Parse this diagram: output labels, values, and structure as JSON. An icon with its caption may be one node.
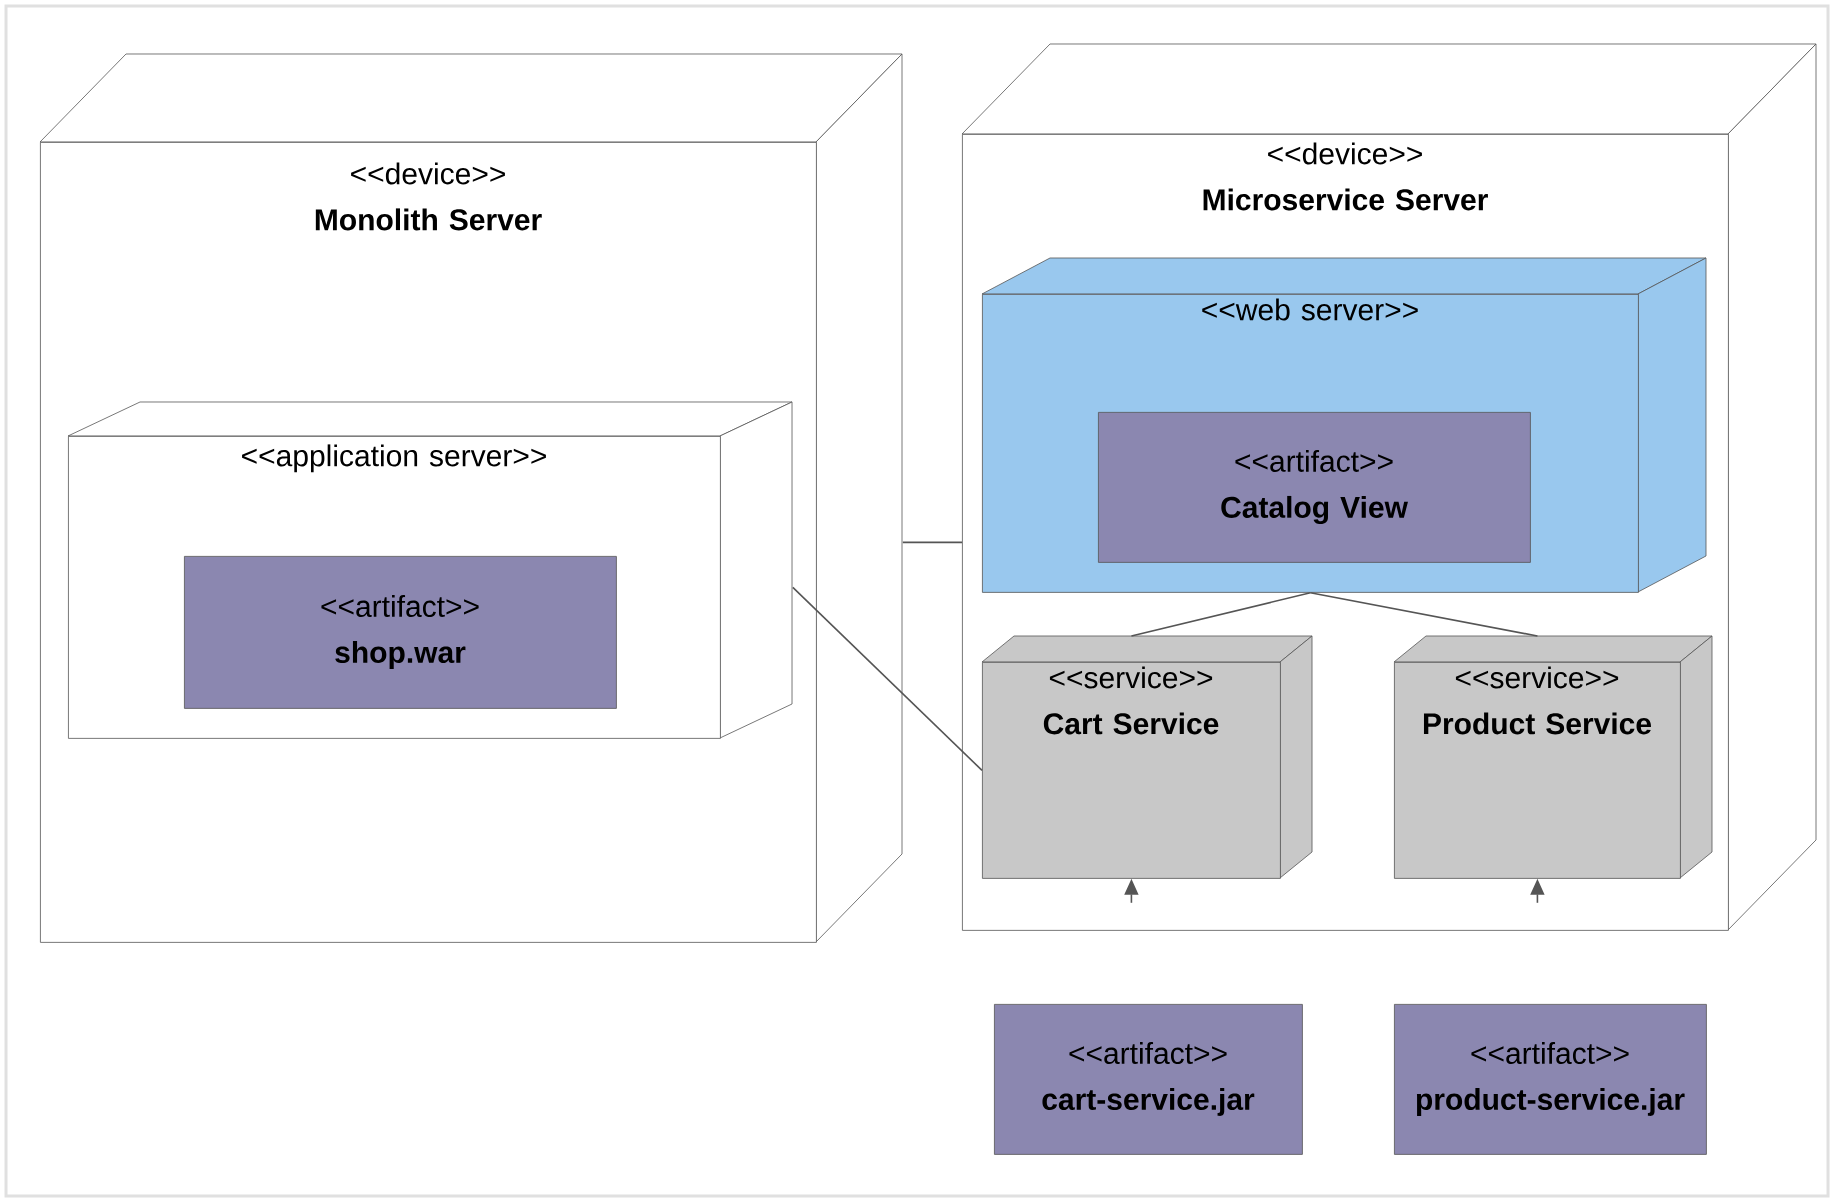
{
  "diagram": {
    "nodes": [
      {
        "text": [
          "<<device>>",
          "Monolith Server"
        ]
      },
      {
        "text": [
          "<<application server>>"
        ],
        "in": 0
      },
      {
        "text": [
          "<<artifact>>",
          "shop.war"
        ],
        "in": 1
      },
      {
        "text": [
          "<<device>>",
          "Microservice Server"
        ]
      },
      {
        "text": [
          "<<web server>>"
        ],
        "in": 3
      },
      {
        "text": [
          "<<artifact>>",
          "Catalog View"
        ],
        "in": 4
      },
      {
        "text": [
          "<<service>>",
          "Cart Service"
        ],
        "in": 3
      },
      {
        "text": [
          "<<service>>",
          "Product Service"
        ],
        "in": 3
      },
      {
        "text": [
          "<<artifact>>",
          "cart-service.jar"
        ]
      },
      {
        "text": [
          "<<artifact>>",
          "product-service.jar"
        ]
      }
    ],
    "edges": [
      {
        "from": 0,
        "to": 3,
        "arrow": "none"
      },
      {
        "from": 1,
        "to": 6,
        "arrow": "none"
      },
      {
        "from": 4,
        "to": 6,
        "arrow": "none"
      },
      {
        "from": 4,
        "to": 7,
        "arrow": "none"
      },
      {
        "from": null,
        "to": 6,
        "arrow": "to"
      },
      {
        "from": null,
        "to": 7,
        "arrow": "to"
      }
    ]
  }
}
